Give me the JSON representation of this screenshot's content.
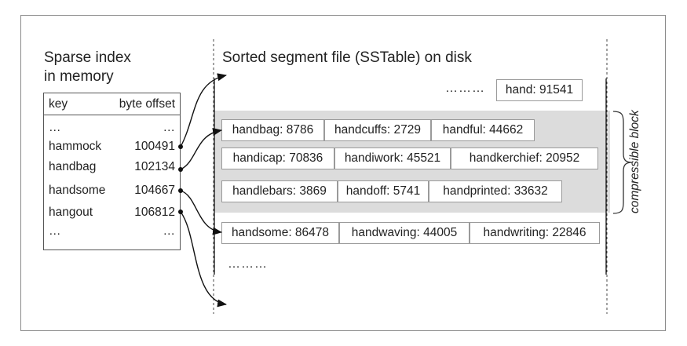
{
  "sparse_index": {
    "title_line1": "Sparse index",
    "title_line2": "in memory",
    "col_key": "key",
    "col_offset": "byte offset",
    "rows": [
      {
        "key": "…",
        "offset": "…"
      },
      {
        "key": "hammock",
        "offset": "100491"
      },
      {
        "key": "handbag",
        "offset": "102134"
      },
      {
        "key": "handsome",
        "offset": "104667"
      },
      {
        "key": "hangout",
        "offset": "106812"
      },
      {
        "key": "…",
        "offset": "…"
      }
    ]
  },
  "segment_file": {
    "title": "Sorted segment file (SSTable) on disk",
    "top_dots": "………",
    "top_entry": "hand: 91541",
    "block_rows": [
      [
        "handbag: 8786",
        "handcuffs: 2729",
        "handful: 44662"
      ],
      [
        "handicap: 70836",
        "handiwork: 45521",
        "handkerchief: 20952"
      ],
      [
        "handlebars: 3869",
        "handoff: 5741",
        "handprinted: 33632"
      ]
    ],
    "after_row": [
      "handsome: 86478",
      "handwaving: 44005",
      "handwriting: 22846"
    ],
    "bottom_dots": "………"
  },
  "block_label": "compressible block"
}
